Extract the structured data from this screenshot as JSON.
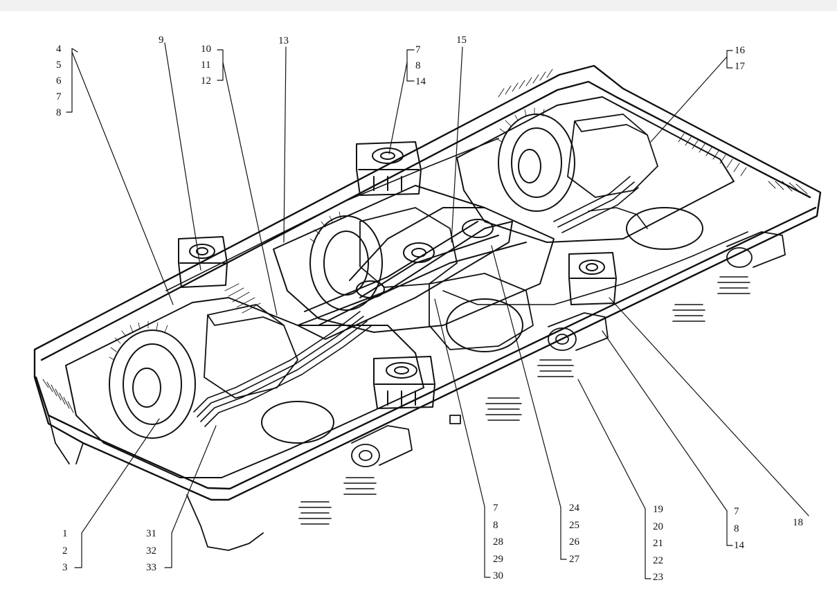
{
  "figure": {
    "kind": "technical illustration",
    "subject": "bogie",
    "background_color": "#ffffff",
    "ink_color": "#111111"
  },
  "callouts": {
    "g_4_8": [
      "4",
      "5",
      "6",
      "7",
      "8"
    ],
    "n_9": "9",
    "g_10_12": [
      "10",
      "11",
      "12"
    ],
    "n_13": "13",
    "g_7_14_top": [
      "7",
      "8",
      "14"
    ],
    "n_15": "15",
    "g_16_17": [
      "16",
      "17"
    ],
    "g_1_3": [
      "1",
      "2",
      "3"
    ],
    "g_31_33": [
      "31",
      "32",
      "33"
    ],
    "g_7_30": [
      "7",
      "8",
      "28",
      "29",
      "30"
    ],
    "g_24_27": [
      "24",
      "25",
      "26",
      "27"
    ],
    "g_19_23": [
      "19",
      "20",
      "21",
      "22",
      "23"
    ],
    "g_7_14_bottom": [
      "7",
      "8",
      "14"
    ],
    "n_18": "18"
  }
}
